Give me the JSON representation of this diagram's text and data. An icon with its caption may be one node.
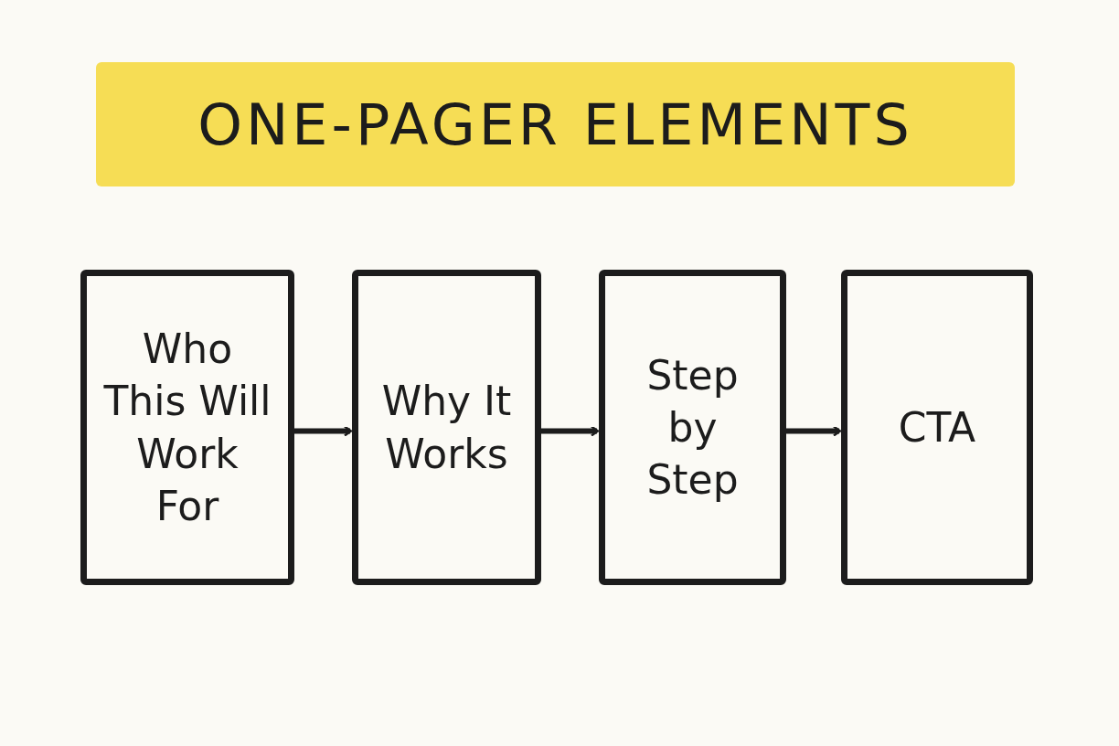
{
  "diagram": {
    "title": "ONE-PAGER ELEMENTS",
    "nodes": [
      {
        "text": [
          "Who This Will Work For"
        ]
      },
      {
        "text": [
          "Why It Works"
        ]
      },
      {
        "text": [
          "Step by Step"
        ]
      },
      {
        "text": [
          "CTA"
        ]
      }
    ],
    "edges": [
      {
        "from": 0,
        "to": 1,
        "arrow": "to"
      },
      {
        "from": 1,
        "to": 2,
        "arrow": "to"
      },
      {
        "from": 2,
        "to": 3,
        "arrow": "to"
      }
    ]
  }
}
